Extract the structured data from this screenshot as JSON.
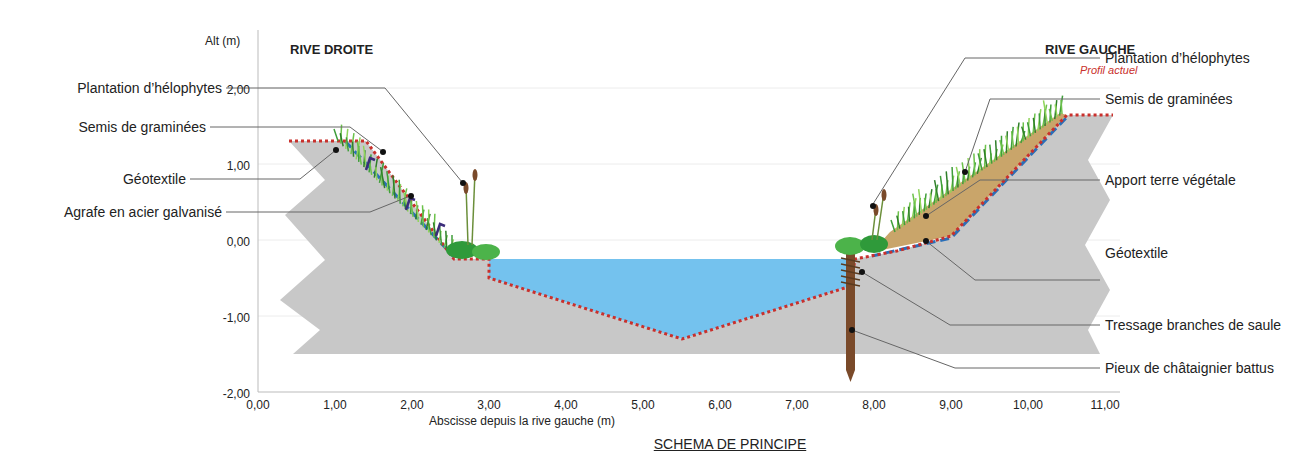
{
  "diagram": {
    "caption": "SCHEMA DE PRINCIPE",
    "labels": [
      "Alt (m)",
      "RIVE DROITE",
      "RIVE GAUCHE",
      "Profil actuel",
      "Plantation d’hélophytes",
      "Semis de graminées",
      "Géotextile",
      "Agrafe en acier galvanisé",
      "Plantation d’hélophytes",
      "Semis de graminées",
      "Apport terre végétale",
      "Géotextile",
      "Tressage branches de saule",
      "Pieux de châtaignier battus",
      "2,00",
      "1,00",
      "0,00",
      "-1,00",
      "-2,00",
      "0,00",
      "1,00",
      "2,00",
      "3,00",
      "4,00",
      "5,00",
      "6,00",
      "7,00",
      "8,00",
      "9,00",
      "10,00",
      "11,00",
      "Abscisse depuis la rive gauche (m)"
    ]
  }
}
